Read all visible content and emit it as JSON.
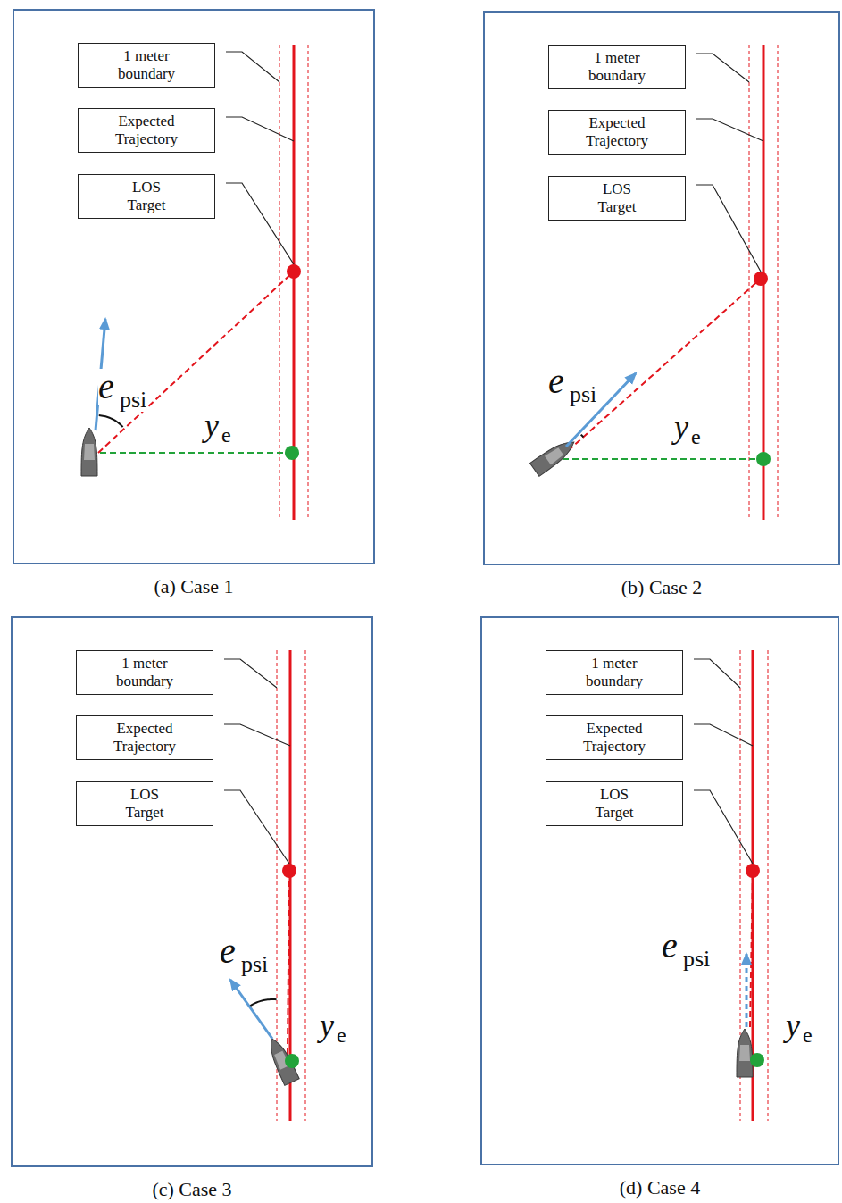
{
  "diagram": {
    "nodes": [
      {
        "text": [
          "(a) Case 1"
        ]
      },
      {
        "text": [
          "1 meter boundary"
        ],
        "in": 0
      },
      {
        "text": [
          "Expected Trajectory"
        ],
        "in": 0
      },
      {
        "text": [
          "LOS Target"
        ],
        "in": 0
      },
      {
        "text": [
          "(b) Case 2"
        ]
      },
      {
        "text": [
          "1 meter boundary"
        ],
        "in": 4
      },
      {
        "text": [
          "Expected Trajectory"
        ],
        "in": 4
      },
      {
        "text": [
          "LOS Target"
        ],
        "in": 4
      },
      {
        "text": [
          "(c) Case 3"
        ]
      },
      {
        "text": [
          "1 meter boundary"
        ],
        "in": 8
      },
      {
        "text": [
          "Expected Trajectory"
        ],
        "in": 8
      },
      {
        "text": [
          "LOS Target"
        ],
        "in": 8
      },
      {
        "text": [
          "(d) Case 4"
        ]
      },
      {
        "text": [
          "1 meter boundary"
        ],
        "in": 12
      },
      {
        "text": [
          "Expected Trajectory"
        ],
        "in": 12
      },
      {
        "text": [
          "LOS Target"
        ],
        "in": 12
      }
    ],
    "labels": [
      "e",
      "psi",
      "y",
      "e",
      "e",
      "psi",
      "y",
      "e",
      "e",
      "psi",
      "y",
      "e",
      "e",
      "psi",
      "y",
      "e"
    ]
  }
}
